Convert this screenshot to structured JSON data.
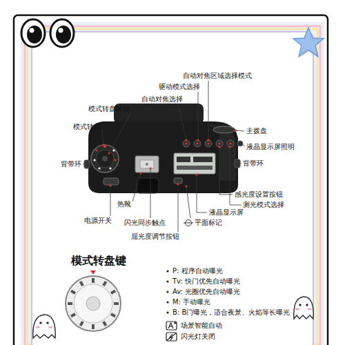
{
  "diagram": {
    "labels": [
      "自动对焦区域选择模式",
      "驱动模式选择",
      "自动对焦选择",
      "模式转盘解锁",
      "模式转盘",
      "主拨盘",
      "液晶显示屏照明",
      "背带环",
      "背带环",
      "感光度设置按钮",
      "热靴",
      "测光模式选择",
      "液晶显示屏",
      "电源开关",
      "闪光同步触点",
      "平面标记",
      "屈光度调节按钮",
      "模式转盘键",
      "P: 程序自动曝光",
      "Tv: 快门优先自动曝光",
      "Av: 光圈优先自动曝光",
      "M: 手动曝光",
      "B: B门曝光，适合夜景、火焰等长曝光",
      "场景智能自动",
      "闪光灯关闭"
    ]
  }
}
